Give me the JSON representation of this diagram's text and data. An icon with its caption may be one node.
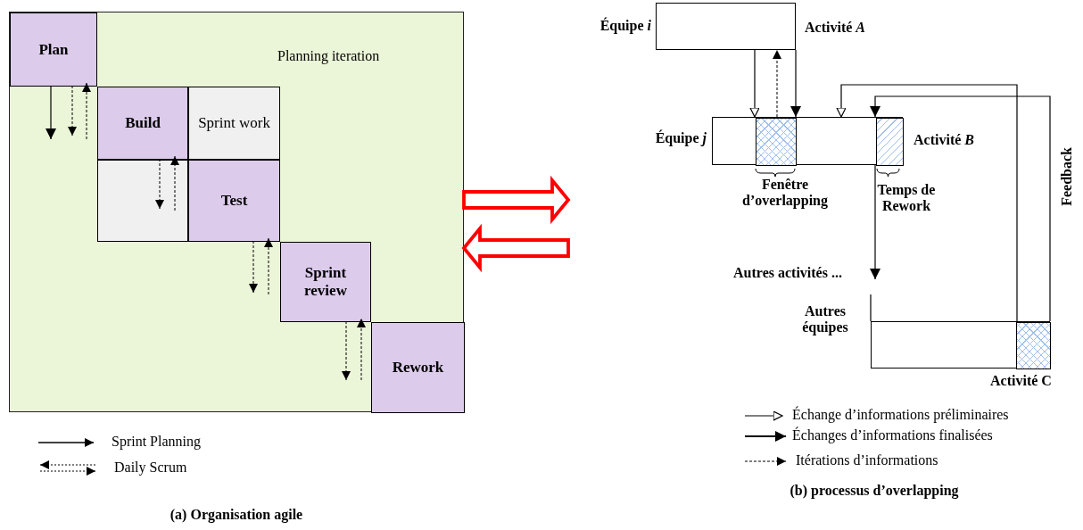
{
  "diagram": {
    "nodes": [
      {
        "text": [
          "Planning iteration"
        ]
      },
      {
        "text": [
          "Plan"
        ],
        "in": 0
      },
      {
        "text": [
          "Build"
        ],
        "in": 0
      },
      {
        "text": [
          "Sprint work"
        ],
        "in": 0
      },
      {
        "text": [],
        "shape": "box",
        "in": 0
      },
      {
        "text": [
          "Test"
        ],
        "in": 0
      },
      {
        "text": [
          "Sprint review"
        ],
        "in": 0
      },
      {
        "text": [
          "Rework"
        ],
        "in": 0
      },
      {
        "text": [],
        "shape": "box",
        "beside": [
          "Équipe *i*",
          "Activité *A*"
        ]
      },
      {
        "text": [],
        "shape": "box",
        "beside": [
          "Équipe *j*",
          "Activité *B*"
        ]
      },
      {
        "text": [],
        "shape": "box",
        "in": 9,
        "beside": [
          "Fenêtre d’overlapping"
        ]
      },
      {
        "text": [],
        "shape": "box",
        "in": 9,
        "beside": [
          "Temps de Rework"
        ]
      },
      {
        "text": [],
        "shape": "box",
        "beside": [
          "Autres équipes",
          "Activité C"
        ]
      },
      {
        "text": [],
        "shape": "box",
        "in": 12
      },
      {
        "text": [
          "Autres activités ..."
        ]
      }
    ],
    "edges": [
      {
        "from": 1,
        "to": 2,
        "arrow": "to"
      },
      {
        "from": 1,
        "to": 2,
        "arrow": "to",
        "style": "dashed"
      },
      {
        "from": 2,
        "to": 1,
        "arrow": "to",
        "style": "dashed"
      },
      {
        "from": 2,
        "to": 4,
        "arrow": "to",
        "style": "dashed"
      },
      {
        "from": 4,
        "to": 2,
        "arrow": "to",
        "style": "dashed"
      },
      {
        "from": 5,
        "to": 6,
        "arrow": "to",
        "style": "dashed"
      },
      {
        "from": 6,
        "to": 5,
        "arrow": "to",
        "style": "dashed"
      },
      {
        "from": 6,
        "to": 7,
        "arrow": "to",
        "style": "dashed"
      },
      {
        "from": 7,
        "to": 6,
        "arrow": "to",
        "style": "dashed"
      },
      {
        "from": 0,
        "to": null,
        "arrow": "to",
        "style": "thick",
        "color": "#ff0000"
      },
      {
        "from": null,
        "to": 0,
        "arrow": "to",
        "style": "thick",
        "color": "#ff0000"
      },
      {
        "from": 8,
        "to": 10,
        "arrow": "to"
      },
      {
        "from": 10,
        "to": 8,
        "arrow": "to",
        "style": "dashed"
      },
      {
        "from": 8,
        "to": 10,
        "arrow": "to"
      },
      {
        "from": 13,
        "to": 9,
        "arrow": "to"
      },
      {
        "from": 13,
        "to": 11,
        "arrow": "to",
        "label": "Feedback"
      },
      {
        "from": 11,
        "to": 14,
        "arrow": "to"
      },
      {
        "from": 14,
        "to": 12,
        "arrow": "none"
      }
    ],
    "labels": [
      "(a) Organisation agile",
      "(b) processus d’overlapping"
    ],
    "legend": [
      {
        "text": "Sprint Planning"
      },
      {
        "text": "Daily Scrum"
      },
      {
        "text": "Échange d’informations préliminaires"
      },
      {
        "text": "Échanges d’informations finalisées"
      },
      {
        "text": "Itérations d’informations"
      }
    ]
  }
}
